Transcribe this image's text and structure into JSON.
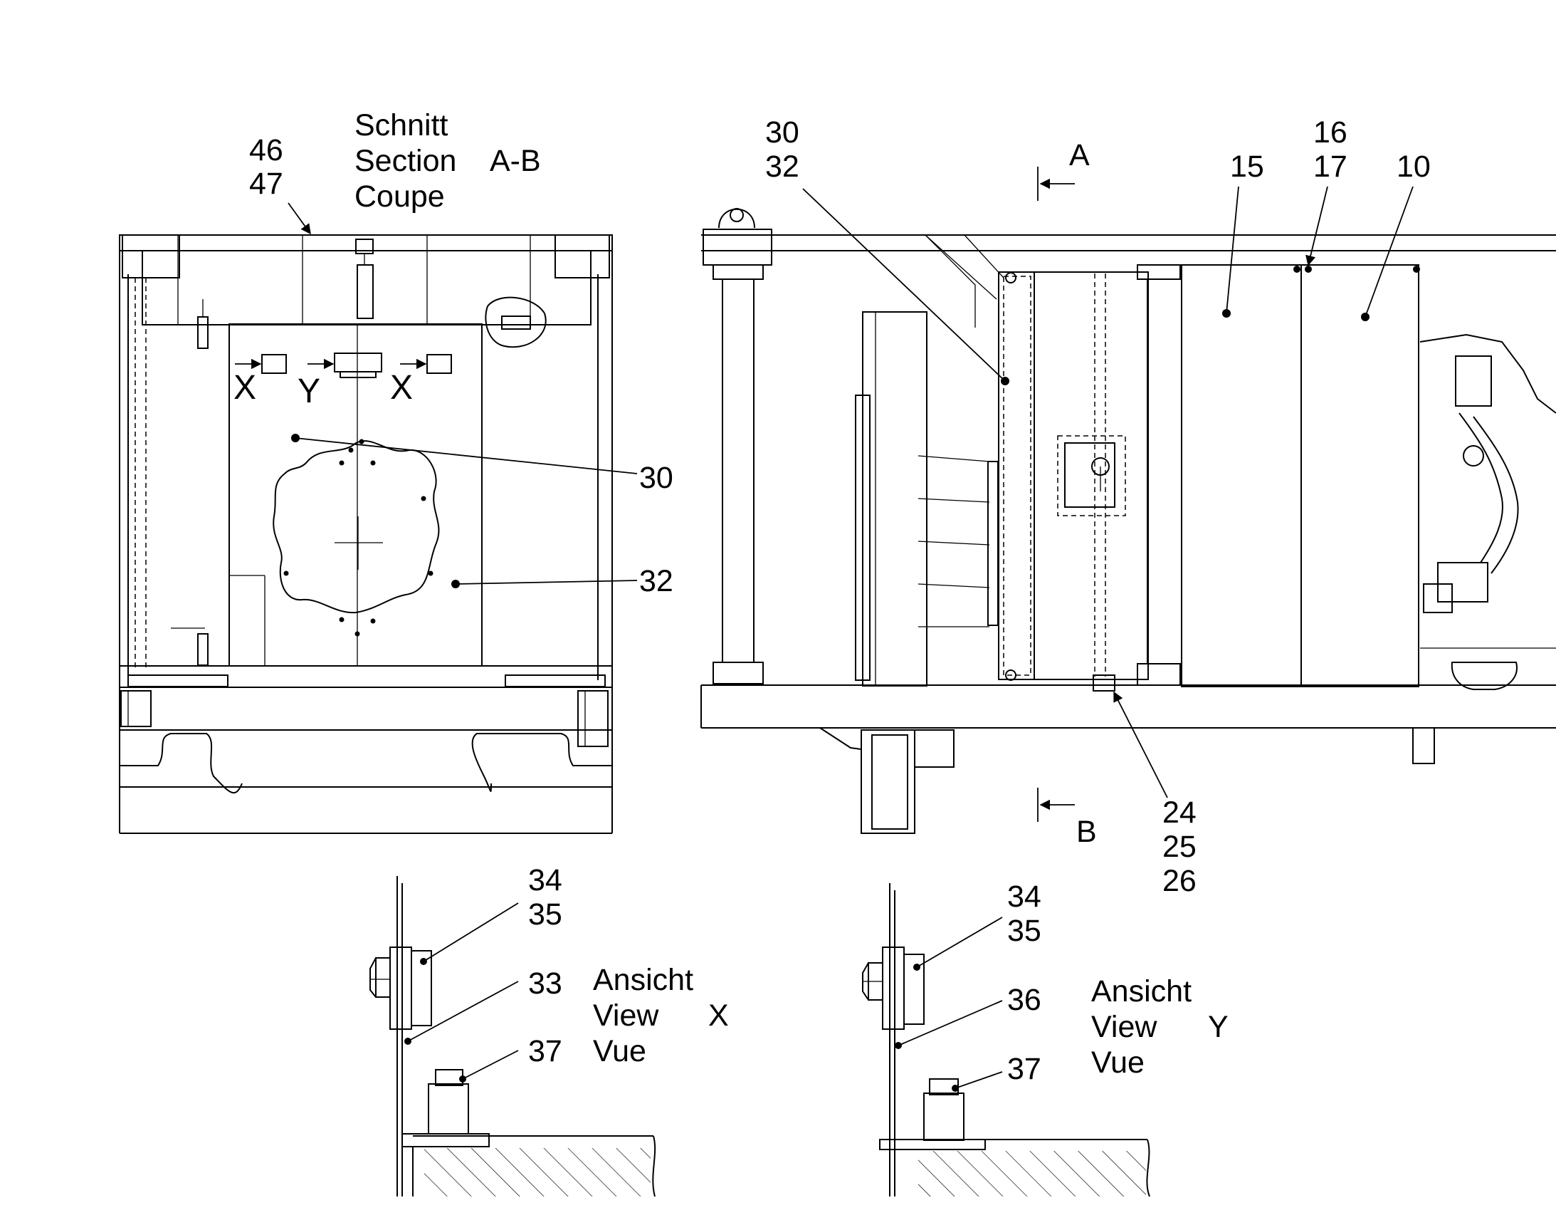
{
  "section_title": {
    "line1": "Schnitt",
    "line2": "Section",
    "line3": "Coupe",
    "mark": "A-B"
  },
  "view_x": {
    "line1": "Ansicht",
    "line2": "View",
    "line3": "Vue",
    "mark": "X"
  },
  "view_y": {
    "line1": "Ansicht",
    "line2": "View",
    "line3": "Vue",
    "mark": "Y"
  },
  "section_arrows": {
    "a": "A",
    "b": "B"
  },
  "view_markers": {
    "x_left": "X",
    "y_center": "Y",
    "x_right": "X"
  },
  "callouts": {
    "c46": "46",
    "c47": "47",
    "c30_front": "30",
    "c32_front": "32",
    "c30_side": "30",
    "c32_side": "32",
    "c15": "15",
    "c16": "16",
    "c17": "17",
    "c10": "10",
    "c24": "24",
    "c25": "25",
    "c26": "26",
    "c34_x": "34",
    "c35_x": "35",
    "c33_x": "33",
    "c37_x": "37",
    "c34_y": "34",
    "c35_y": "35",
    "c36_y": "36",
    "c37_y": "37"
  }
}
